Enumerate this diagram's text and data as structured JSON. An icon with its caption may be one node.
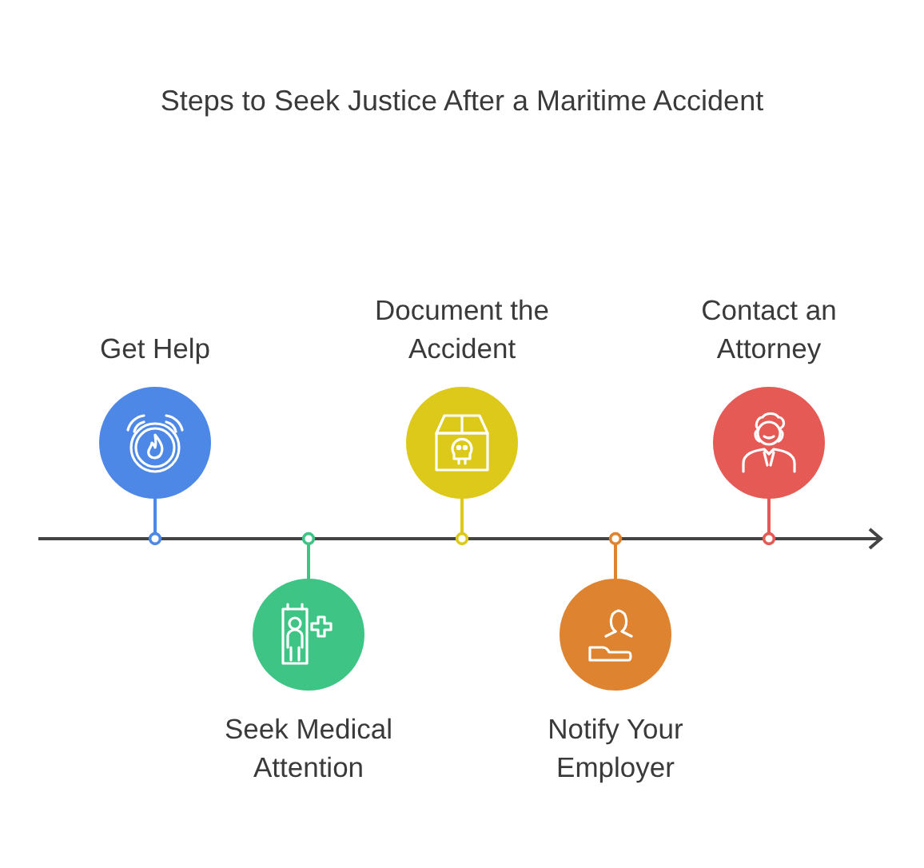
{
  "diagram": {
    "title": "Steps to Seek Justice After a Maritime Accident",
    "nodes": [
      {
        "text": [
          "Get Help"
        ]
      },
      {
        "text": [
          "Seek Medical Attention"
        ]
      },
      {
        "text": [
          "Document the Accident"
        ]
      },
      {
        "text": [
          "Notify Your Employer"
        ]
      },
      {
        "text": [
          "Contact an Attorney"
        ]
      }
    ]
  }
}
